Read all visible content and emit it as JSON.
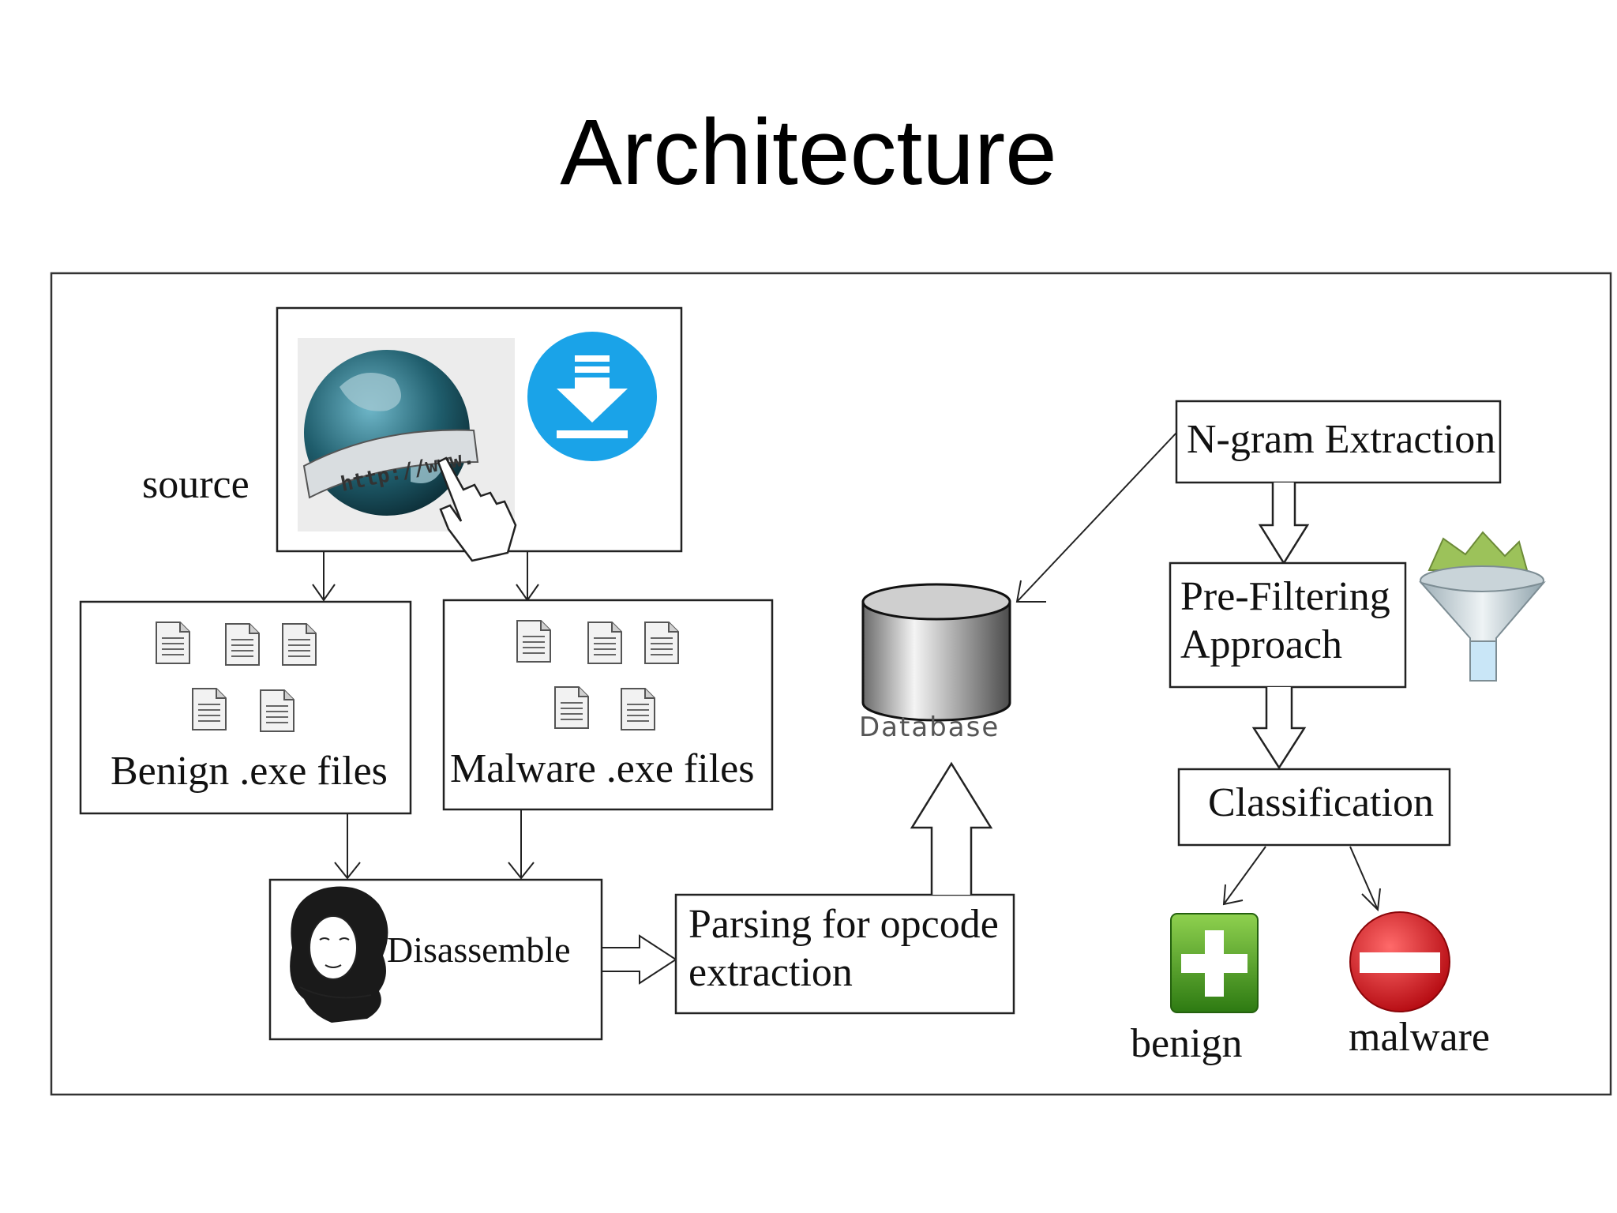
{
  "slide": {
    "title": "Architecture"
  },
  "diagram": {
    "source_label": "source",
    "globe_text": "http://www.",
    "benign_files_label": "Benign .exe files",
    "malware_files_label": "Malware .exe files",
    "disassemble_label": "Disassemble",
    "parsing_line1": "Parsing for opcode",
    "parsing_line2": "extraction",
    "database_label": "Database",
    "ngram_label": "N-gram Extraction",
    "prefilter_line1": "Pre-Filtering",
    "prefilter_line2": "Approach",
    "classification_label": "Classification",
    "benign_result_label": "benign",
    "malware_result_label": "malware"
  },
  "icons": {
    "globe": "globe-http-icon",
    "download": "download-icon",
    "document": "document-icon",
    "portrait": "portrait-icon",
    "database": "database-cylinder-icon",
    "funnel": "funnel-icon",
    "plus": "green-plus-icon",
    "minus": "red-minus-icon"
  },
  "colors": {
    "download_blue": "#1aa3e8",
    "plus_green": "#3f9a1f",
    "minus_red": "#d8141c"
  }
}
